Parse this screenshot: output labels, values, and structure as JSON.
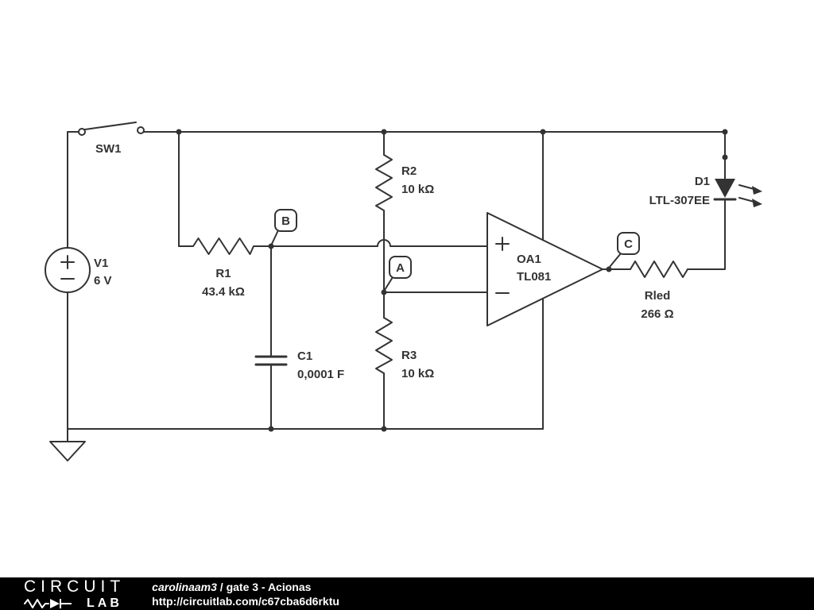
{
  "colors": {
    "schematic_stroke": "#333333",
    "footer_bg": "#000000",
    "footer_text": "#ffffff",
    "canvas_bg": "#ffffff"
  },
  "schematic": {
    "components": {
      "sw1": {
        "label": "SW1"
      },
      "v1": {
        "name": "V1",
        "value": "6 V"
      },
      "r1": {
        "name": "R1",
        "value": "43.4 kΩ"
      },
      "r2": {
        "name": "R2",
        "value": "10 kΩ"
      },
      "r3": {
        "name": "R3",
        "value": "10 kΩ"
      },
      "c1": {
        "name": "C1",
        "value": "0,0001 F"
      },
      "oa1": {
        "name": "OA1",
        "value": "TL081"
      },
      "rled": {
        "name": "Rled",
        "value": "266 Ω"
      },
      "d1": {
        "name": "D1",
        "value": "LTL-307EE"
      }
    },
    "nodes": {
      "a": "A",
      "b": "B",
      "c": "C"
    }
  },
  "footer": {
    "logo_line1": "CIRCUIT",
    "logo_line2": "LAB",
    "author": "carolinaam3",
    "separator": " / ",
    "title": "gate 3 - Acionas",
    "url": "http://circuitlab.com/c67cba6d6rktu"
  }
}
